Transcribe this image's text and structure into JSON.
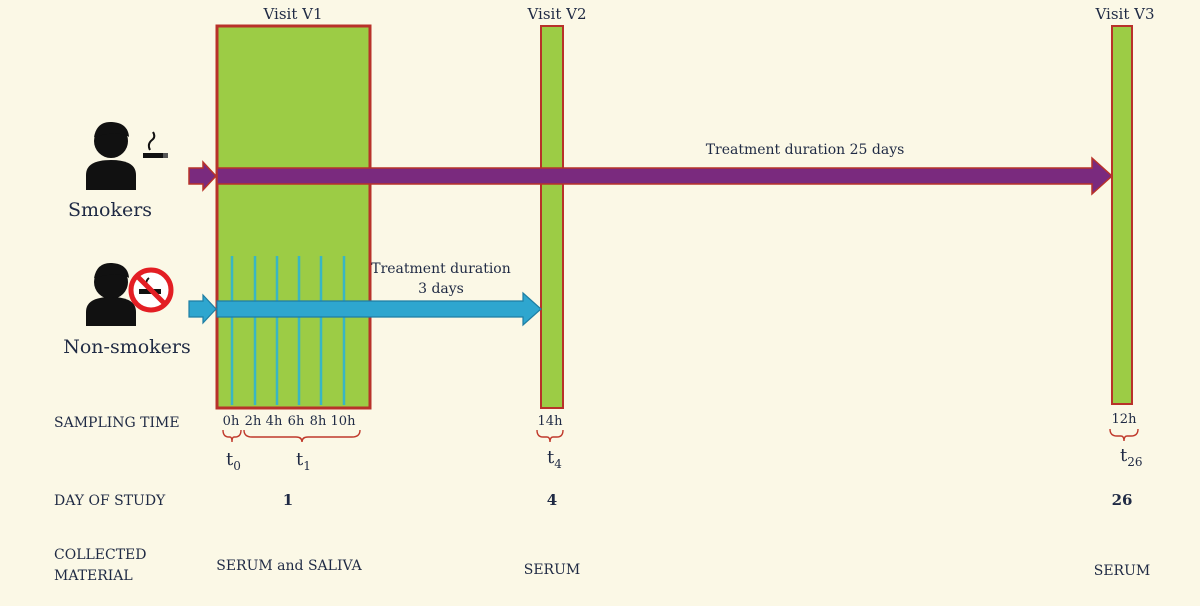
{
  "visits": {
    "v1": "Visit  V1",
    "v2": "Visit  V2",
    "v3": "Visit  V3"
  },
  "groups": {
    "smokers": "Smokers",
    "non_smokers": "Non-smokers"
  },
  "treatment": {
    "smokers": "Treatment  duration  25 days",
    "non_smokers_line1": "Treatment  duration",
    "non_smokers_line2": "3 days"
  },
  "sampling": {
    "label": "SAMPLING TIME",
    "v1_times": [
      "0h",
      "2h",
      "4h",
      "6h",
      "8h",
      "10h"
    ],
    "v2_time": "14h",
    "v3_time": "12h"
  },
  "timepoints": {
    "t0": {
      "base": "t",
      "sub": "0"
    },
    "t1": {
      "base": "t",
      "sub": "1"
    },
    "t4": {
      "base": "t",
      "sub": "4"
    },
    "t26": {
      "base": "t",
      "sub": "26"
    }
  },
  "day_of_study": {
    "label": "DAY OF STUDY",
    "v1": "1",
    "v2": "4",
    "v3": "26"
  },
  "collected": {
    "label_line1": "COLLECTED",
    "label_line2": "MATERIAL",
    "v1": "SERUM and SALIVA",
    "v2": "SERUM",
    "v3": "SERUM"
  },
  "colors": {
    "background": "#fbf8e6",
    "visit_fill": "#9ccc45",
    "visit_border": "#b8322a",
    "smokers_arrow": "#7a2a7e",
    "non_smokers_arrow": "#2ea6cf",
    "sampling_lines": "#38b6c4",
    "text": "#1f2a44",
    "brace": "#c0392b",
    "no_sign": "#e31e24"
  },
  "icons": [
    "smoker-person-icon",
    "cigarette-icon",
    "non-smoker-person-icon",
    "no-smoking-icon"
  ]
}
